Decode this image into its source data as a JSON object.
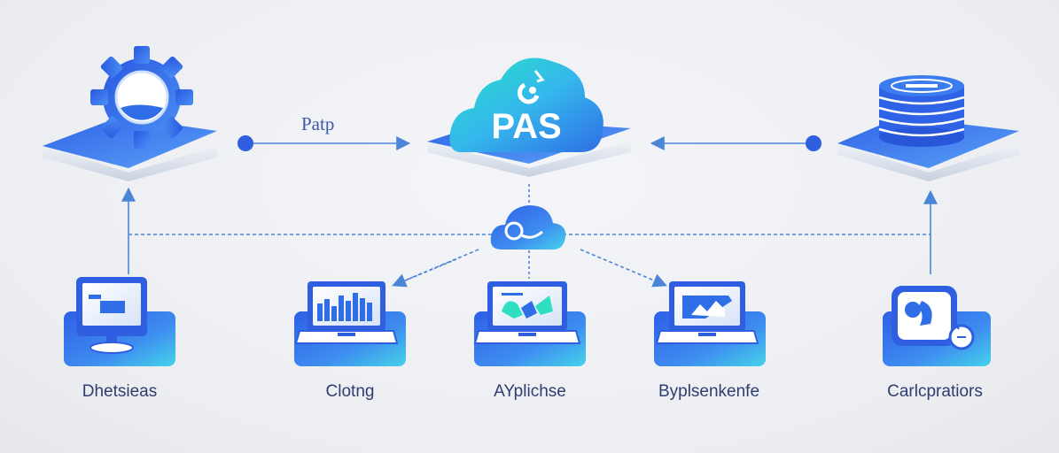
{
  "diagram": {
    "center_node": {
      "label": "PAS"
    },
    "arrow_label": "Patp",
    "bottom_nodes": [
      {
        "label": "Dhetsieas",
        "icon": "monitor-icon"
      },
      {
        "label": "Clotng",
        "icon": "bar-chart-laptop-icon"
      },
      {
        "label": "AYplichse",
        "icon": "analytics-laptop-icon"
      },
      {
        "label": "Byplsenkenfe",
        "icon": "image-laptop-icon"
      },
      {
        "label": "Carlcpratiors",
        "icon": "device-icon"
      }
    ],
    "top_nodes": [
      {
        "icon": "gear-icon"
      },
      {
        "icon": "cloud-icon"
      },
      {
        "icon": "database-icon"
      }
    ],
    "colors": {
      "primary_blue": "#2f63e6",
      "light_blue": "#4a8bf5",
      "cyan": "#3fd0e0",
      "teal": "#2ee0c0",
      "line": "#4b86d6",
      "label_text": "#2f3e6e"
    }
  }
}
